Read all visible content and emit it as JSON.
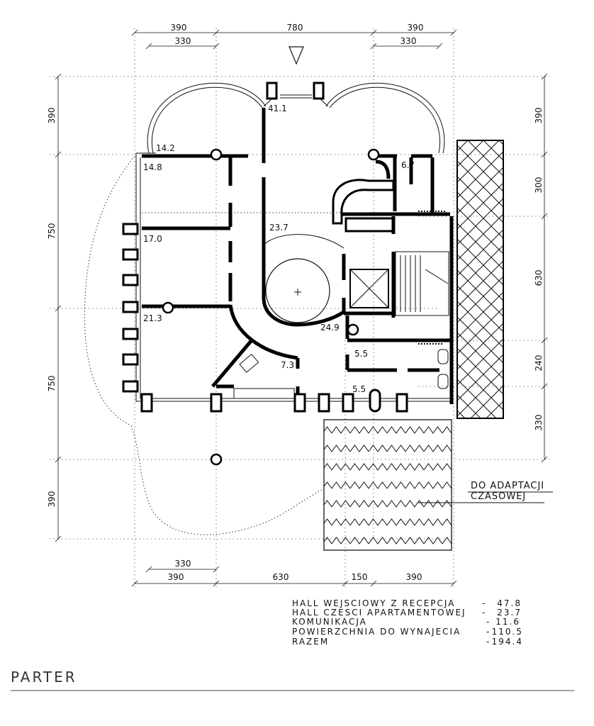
{
  "dimensions": {
    "top_outer": [
      "390",
      "780",
      "390"
    ],
    "top_inner": [
      "330",
      "330"
    ],
    "left": [
      "390",
      "750",
      "750",
      "390"
    ],
    "right": [
      "390",
      "300",
      "630",
      "240",
      "330"
    ],
    "bottom_inner": [
      "330"
    ],
    "bottom_outer": [
      "390",
      "630",
      "150",
      "390"
    ]
  },
  "rooms": [
    {
      "label": "41.1"
    },
    {
      "label": "14.2"
    },
    {
      "label": "14.8"
    },
    {
      "label": "6.7"
    },
    {
      "label": "17.0"
    },
    {
      "label": "23.7"
    },
    {
      "label": "21.3"
    },
    {
      "label": "24.9"
    },
    {
      "label": "5.5"
    },
    {
      "label": "7.3"
    },
    {
      "label": "5.5"
    }
  ],
  "note": {
    "line1": "DO ADAPTACJI",
    "line2": "CZASOWEJ"
  },
  "legend": [
    {
      "name": "HALL WEJSCIOWY Z RECEPCJA",
      "dash": "-",
      "value": "47.8"
    },
    {
      "name": "HALL CZESCI APARTAMENTOWEJ",
      "dash": "-",
      "value": "23.7"
    },
    {
      "name": "KOMUNIKACJA",
      "dash": "-",
      "value": "11.6"
    },
    {
      "name": "POWIERZCHNIA DO WYNAJECIA",
      "dash": "-",
      "value": "110.5"
    },
    {
      "name": "RAZEM",
      "dash": "-",
      "value": "194.4"
    }
  ],
  "title": "PARTER",
  "colors": {
    "ink": "#000000",
    "paper": "#ffffff"
  }
}
